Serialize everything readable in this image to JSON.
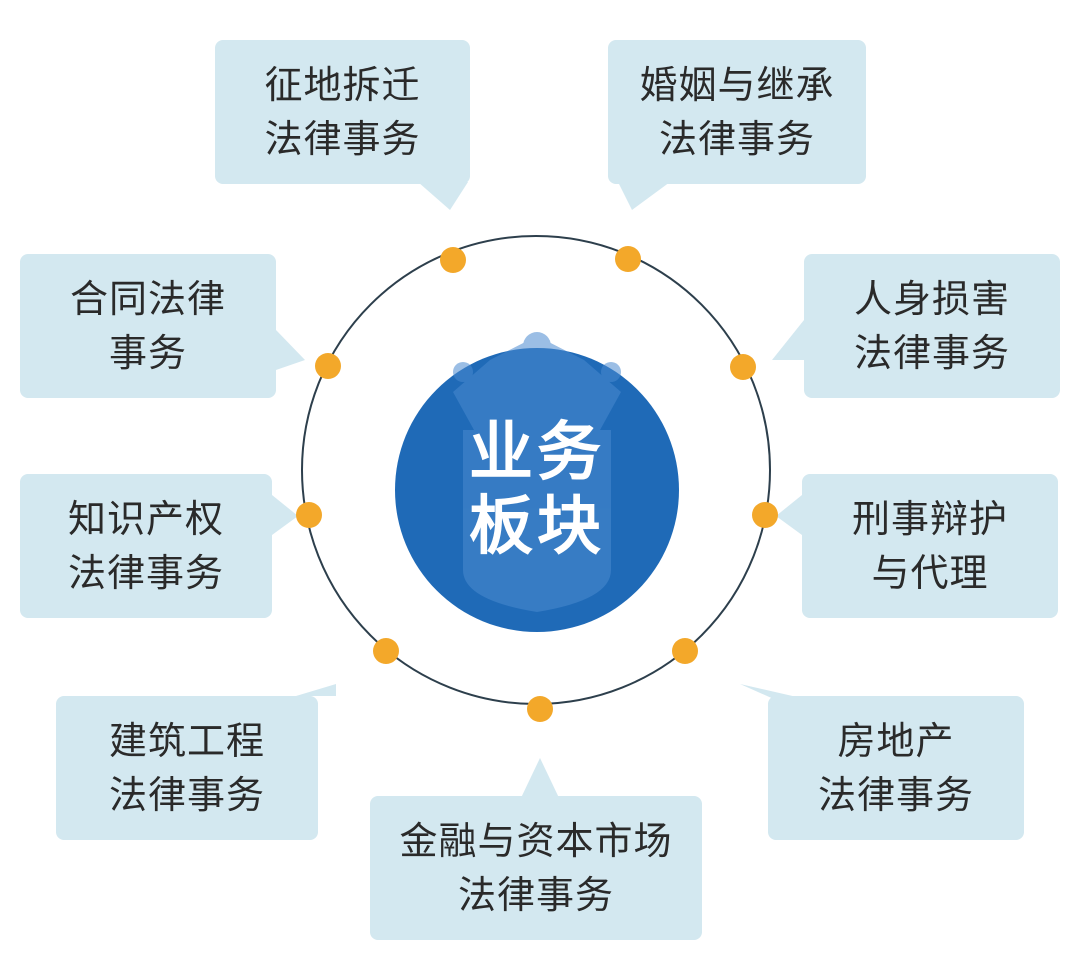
{
  "center": {
    "line1": "业务",
    "line2": "板块",
    "color": "#1f6ab7"
  },
  "bubbles": [
    {
      "id": "land",
      "line1": "征地拆迁",
      "line2": "法律事务"
    },
    {
      "id": "marriage",
      "line1": "婚姻与继承",
      "line2": "法律事务"
    },
    {
      "id": "contract",
      "line1": "合同法律",
      "line2": "事务"
    },
    {
      "id": "injury",
      "line1": "人身损害",
      "line2": "法律事务"
    },
    {
      "id": "ip",
      "line1": "知识产权",
      "line2": "法律事务"
    },
    {
      "id": "criminal",
      "line1": "刑事辩护",
      "line2": "与代理"
    },
    {
      "id": "construction",
      "line1": "建筑工程",
      "line2": "法律事务"
    },
    {
      "id": "realestate",
      "line1": "房地产",
      "line2": "法律事务"
    },
    {
      "id": "finance",
      "line1": "金融与资本市场",
      "line2": "法律事务"
    }
  ],
  "colors": {
    "bubble": "#d3e8f0",
    "dot": "#f3a82a",
    "ring": "#2d3f4c"
  }
}
